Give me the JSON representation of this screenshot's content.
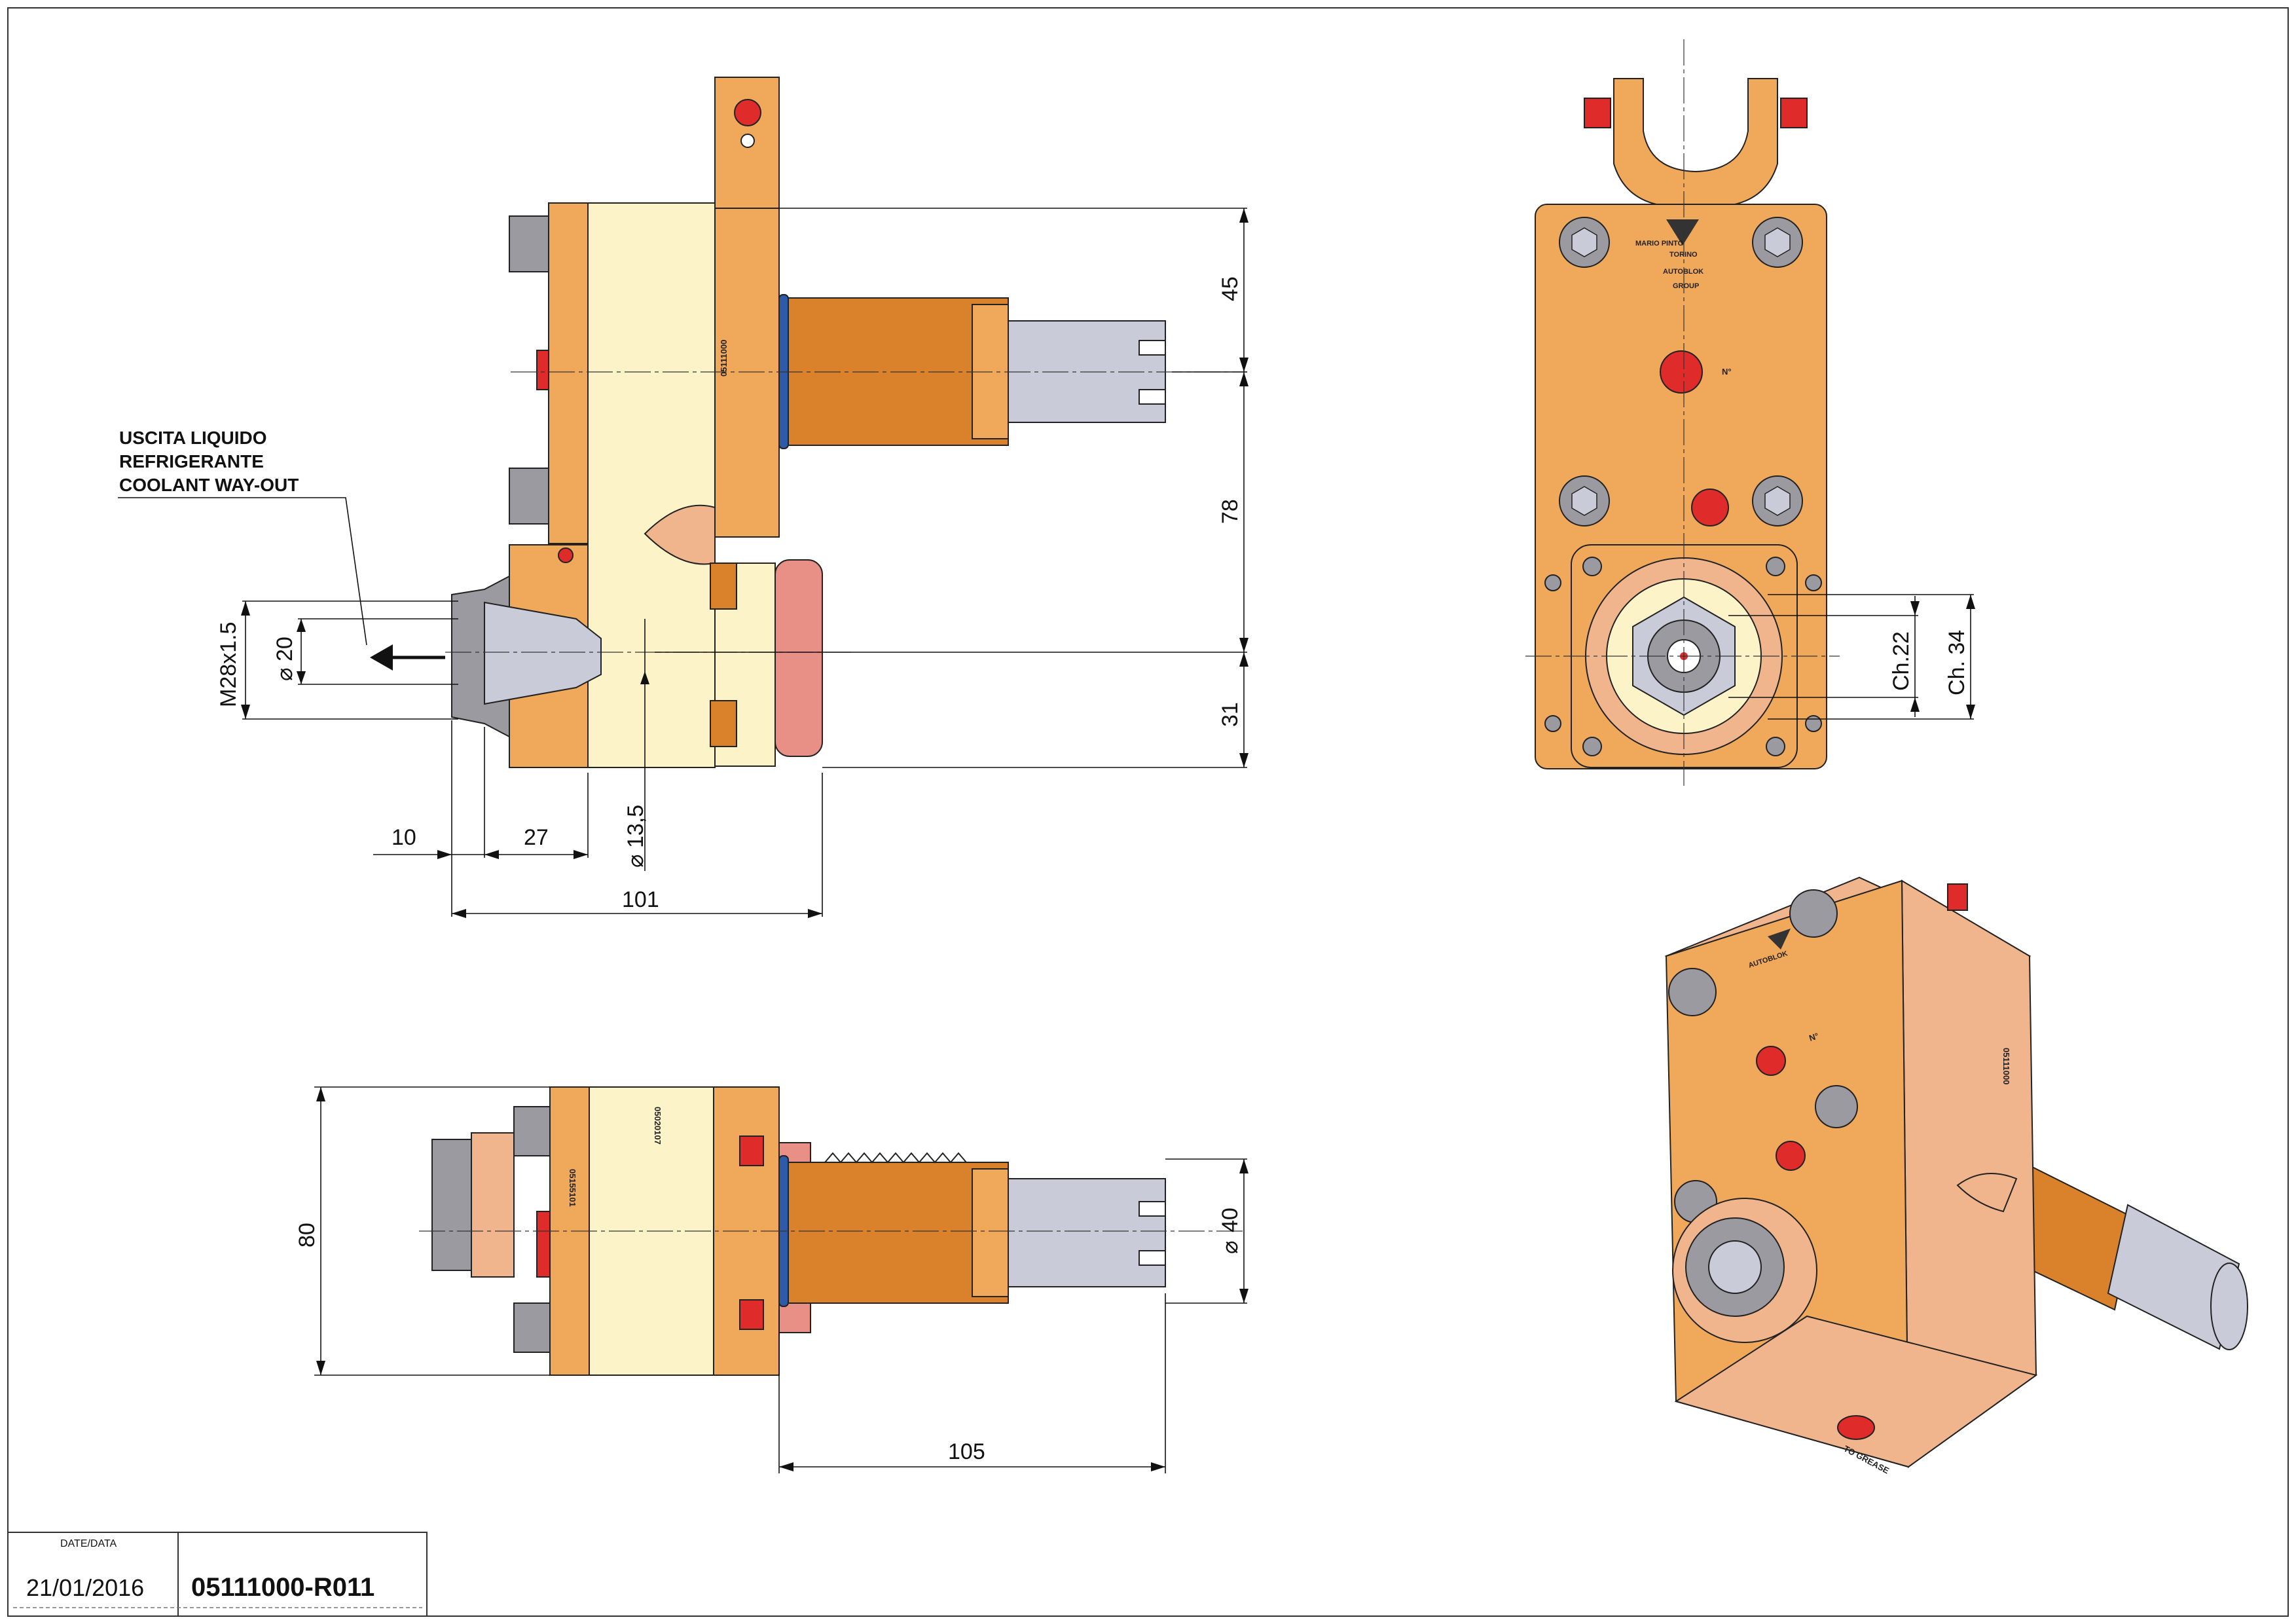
{
  "colors": {
    "orange": "#f0a85a",
    "orange_dark": "#d9822b",
    "cream": "#fcf3c9",
    "salmon": "#e88f86",
    "silver": "#c9cbd8",
    "steel": "#9a9aa0",
    "red": "#e02b2b",
    "blue_ring": "#2f5aa8",
    "peach": "#f0b58c"
  },
  "annotations": {
    "coolant_line1": "USCITA LIQUIDO",
    "coolant_line2": "REFRIGERANTE",
    "coolant_line3": "COOLANT WAY-OUT"
  },
  "dimensions": {
    "d45": "45",
    "d78": "78",
    "d31": "31",
    "d10": "10",
    "d27": "27",
    "d101": "101",
    "d13_5": "13,5",
    "dia20": "20",
    "m28": "M28x1.5",
    "ch22": "Ch.22",
    "ch34": "Ch. 34",
    "d80": "80",
    "d105": "105",
    "dia40": "40"
  },
  "part_markings": {
    "side_code": "05111000",
    "top_code_1": "05155101",
    "top_code_2": "05020107",
    "front_no": "N°",
    "brand_1": "MARIO PINTO",
    "brand_2": "TORINO",
    "brand_3": "AUTOBLOK",
    "brand_4": "GROUP",
    "grease": "TO GREASE"
  },
  "title_block": {
    "date_label": "DATE/DATA",
    "date_value": "21/01/2016",
    "drawing_number": "05111000-R011"
  }
}
